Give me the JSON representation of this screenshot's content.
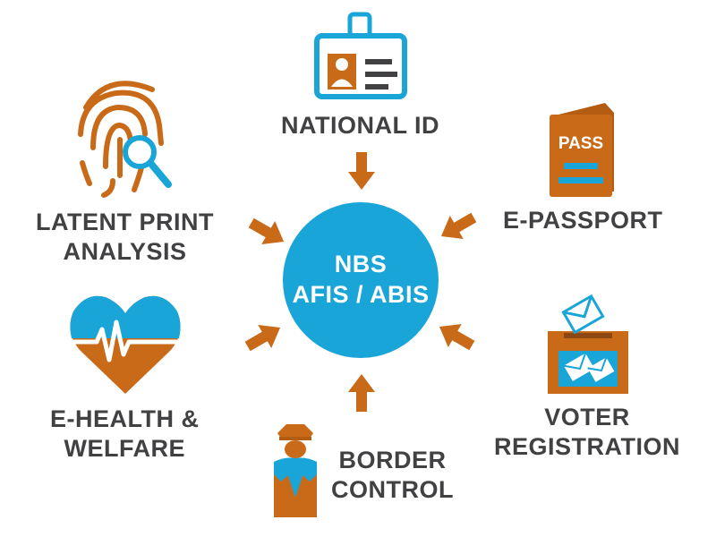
{
  "colors": {
    "orange": "#c96a19",
    "blue": "#1aa5d8",
    "dark_text": "#414042",
    "white": "#ffffff"
  },
  "center": {
    "line1": "NBS",
    "line2": "AFIS / ABIS"
  },
  "nodes": {
    "national_id": {
      "line1": "NATIONAL ID",
      "icon": "id-badge-icon"
    },
    "e_passport": {
      "line1": "E-PASSPORT",
      "icon": "passport-icon",
      "icon_text": "PASS"
    },
    "latent_print": {
      "line1": "LATENT PRINT",
      "line2": "ANALYSIS",
      "icon": "fingerprint-magnifier-icon"
    },
    "e_health": {
      "line1": "E-HEALTH &",
      "line2": "WELFARE",
      "icon": "heart-heartbeat-icon"
    },
    "border_control": {
      "line1": "BORDER",
      "line2": "CONTROL",
      "icon": "border-guard-icon"
    },
    "voter_registration": {
      "line1": "VOTER",
      "line2": "REGISTRATION",
      "icon": "ballot-box-icon"
    }
  }
}
